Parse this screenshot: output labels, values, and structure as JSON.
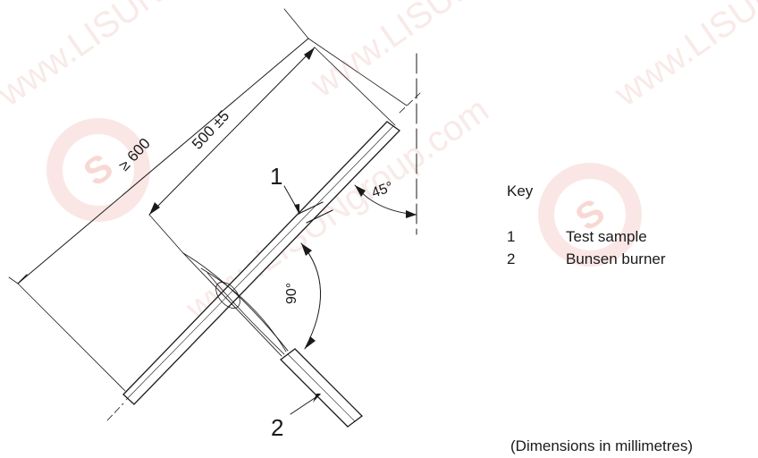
{
  "watermark": {
    "text": "www.LISUNgroup.com",
    "color": "#f3c9c4"
  },
  "diagram": {
    "dim_overall": "≥ 600",
    "dim_sample": "500 ±5",
    "angle_sample": "45°",
    "angle_burner": "90°",
    "callout_1": "1",
    "callout_2": "2",
    "line_color": "#1a1a1a"
  },
  "key": {
    "title": "Key",
    "items": [
      {
        "num": "1",
        "label": "Test sample"
      },
      {
        "num": "2",
        "label": "Bunsen burner"
      }
    ]
  },
  "note": "(Dimensions in millimetres)"
}
